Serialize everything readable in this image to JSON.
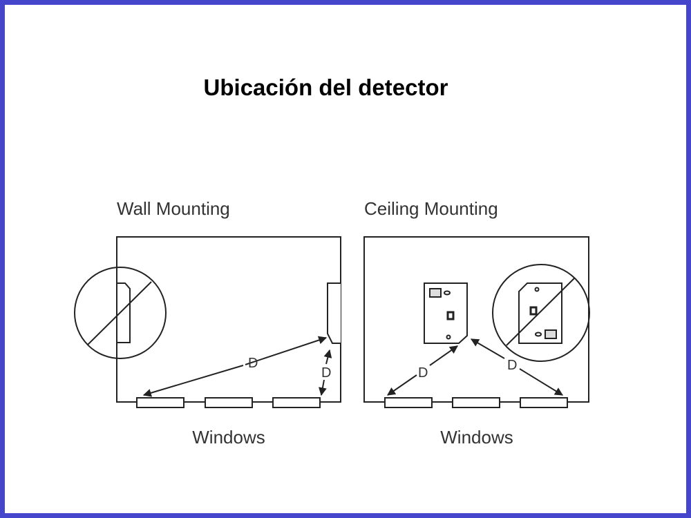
{
  "title": "Ubicación del detector",
  "wall": {
    "heading": "Wall Mounting",
    "windows_label": "Windows",
    "distance_labels": [
      "D",
      "D"
    ]
  },
  "ceiling": {
    "heading": "Ceiling Mounting",
    "windows_label": "Windows",
    "distance_labels": [
      "D",
      "D"
    ]
  },
  "colors": {
    "frame": "#4646cc",
    "stroke": "#222222",
    "fill_grey": "#dddddd"
  }
}
